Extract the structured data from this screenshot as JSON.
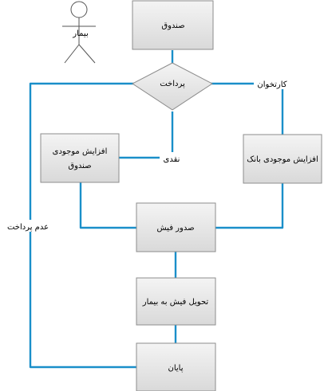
{
  "actor": {
    "label": "بیمار"
  },
  "nodes": {
    "cashbox": "صندوق",
    "payment_decision": "پرداخت",
    "increase_cashbox": [
      "افزایش موجودی",
      "صندوق"
    ],
    "increase_bank": "افزایش موجودی بانک",
    "issue_receipt": "صدور فیش",
    "deliver_receipt": "تحویل فیش به بیمار",
    "end": "پایان"
  },
  "edge_labels": {
    "card_reader": "کارتخوان",
    "cash": "نقدی",
    "no_payment": "عدم پرداخت"
  },
  "colors": {
    "connector": "#1a8fc9",
    "box_top": "#f4f4f4",
    "box_bottom": "#d9d9d9",
    "box_border": "#8c8c8c"
  }
}
